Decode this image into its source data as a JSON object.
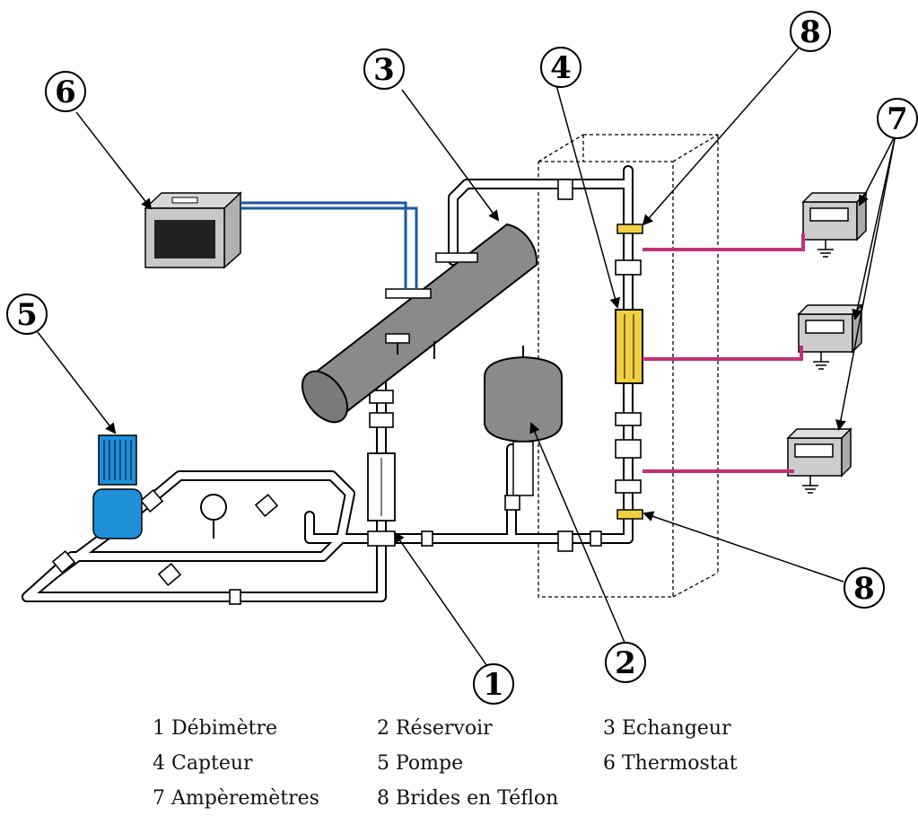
{
  "callouts": {
    "c1": "1",
    "c2": "2",
    "c3": "3",
    "c4": "4",
    "c5": "5",
    "c6": "6",
    "c7": "7",
    "c8_top": "8",
    "c8_bottom": "8"
  },
  "legend": [
    "1 Débimètre",
    "2 Réservoir",
    "3 Echangeur",
    "4 Capteur",
    "5 Pompe",
    "6 Thermostat",
    "7 Ampèremètres",
    "8 Brides en Téflon"
  ],
  "colors": {
    "water_lines": "#1a5aa0",
    "electric_wires": "#c0307a",
    "pump_blue": "#1f8fd8",
    "exchanger_gray": "#8a8a8a",
    "sensor_yellow": "#f0d040"
  }
}
